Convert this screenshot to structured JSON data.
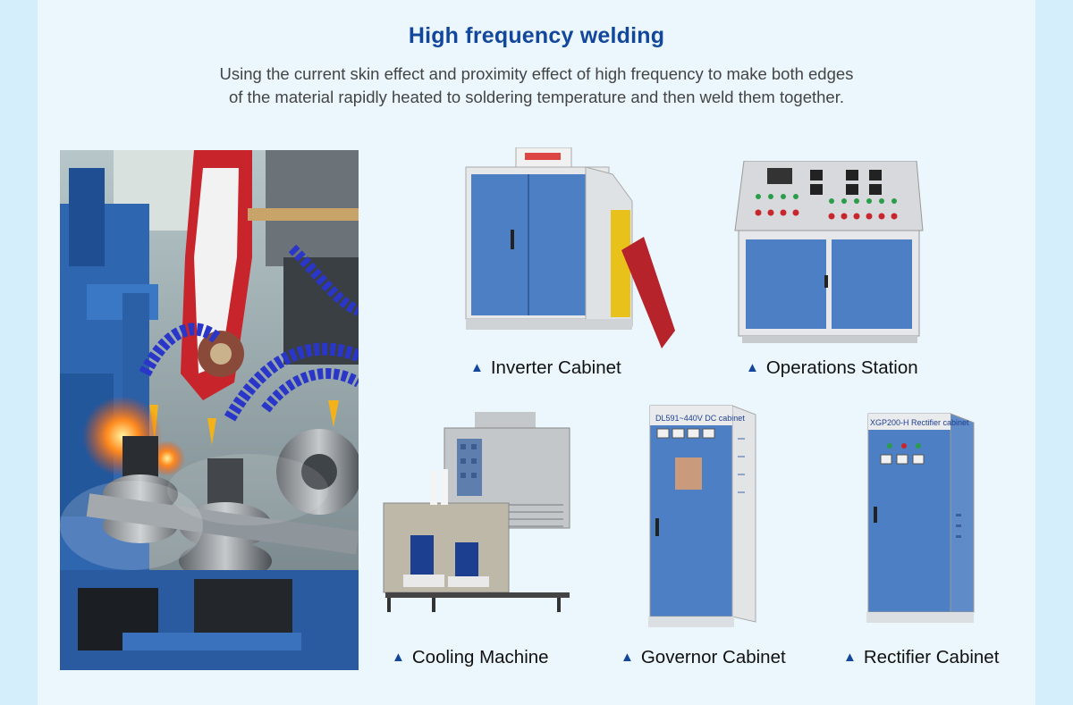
{
  "header": {
    "title": "High frequency welding",
    "description_lines": [
      "Using the current skin effect and proximity effect of high frequency to make both edges",
      "of the material rapidly heated to soldering temperature and then weld them together."
    ]
  },
  "products": [
    {
      "label": "Inverter Cabinet"
    },
    {
      "label": "Operations Station"
    },
    {
      "label": "Cooling Machine"
    },
    {
      "label": "Governor Cabinet",
      "panel_text": "DL591~440V DC cabinet"
    },
    {
      "label": "Rectifier Cabinet",
      "panel_text": "XGP200-H Rectifier cabinet"
    }
  ],
  "caption_marker": "▲",
  "colors": {
    "title": "#13479b",
    "background": "#ebf7fd",
    "cabinet_blue": "#4d7fc4",
    "cabinet_frame": "#e4e6e8"
  }
}
